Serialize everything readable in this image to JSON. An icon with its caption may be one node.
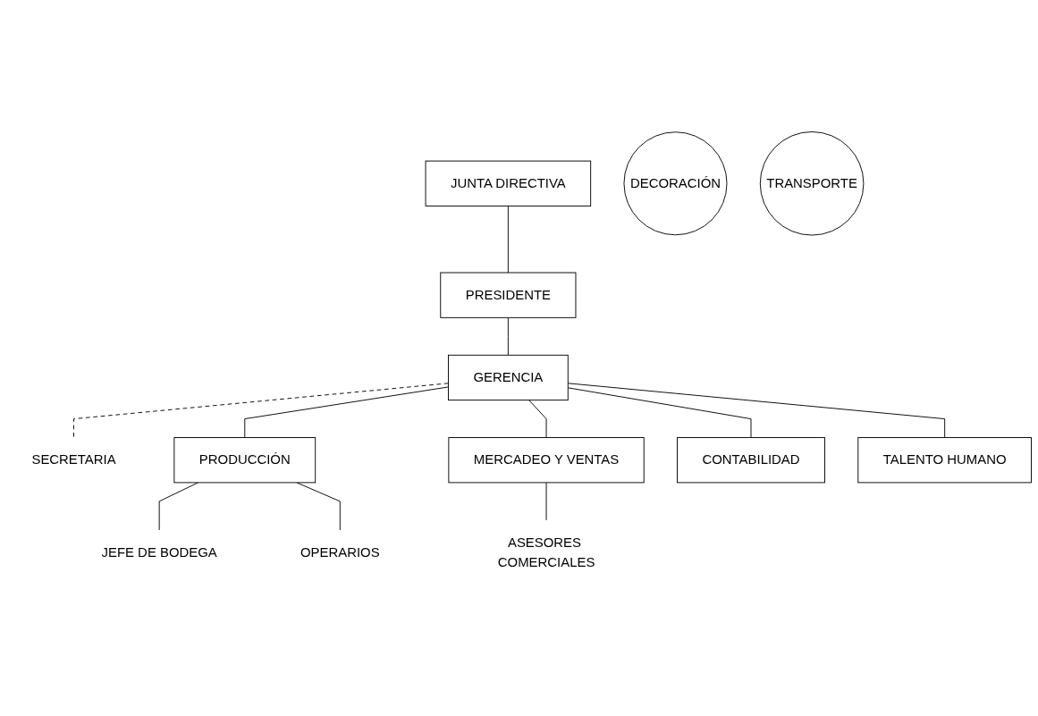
{
  "diagram": {
    "nodes": [
      {
        "text": [
          "JUNTA DIRECTIVA"
        ]
      },
      {
        "text": [
          "PRESIDENTE"
        ]
      },
      {
        "text": [
          "GERENCIA"
        ]
      },
      {
        "text": [
          "SECRETARIA"
        ]
      },
      {
        "text": [
          "PRODUCCIÓN"
        ]
      },
      {
        "text": [
          "MERCADEO Y VENTAS"
        ]
      },
      {
        "text": [
          "CONTABILIDAD"
        ]
      },
      {
        "text": [
          "TALENTO HUMANO"
        ]
      },
      {
        "text": [
          "JEFE DE BODEGA"
        ]
      },
      {
        "text": [
          "ASESORES COMERCIALES"
        ]
      },
      {
        "text": [
          "OPERARIOS"
        ]
      },
      {
        "text": [
          "DECORACIÓN"
        ]
      },
      {
        "text": [
          "TRANSPORTE"
        ]
      }
    ],
    "edges": [
      {
        "from": 0,
        "to": 1,
        "arrow": "none"
      },
      {
        "from": 1,
        "to": 2,
        "arrow": "none"
      },
      {
        "from": 2,
        "to": 3,
        "arrow": "none",
        "style": "dashed"
      },
      {
        "from": 2,
        "to": 4,
        "arrow": "none"
      },
      {
        "from": 2,
        "to": 5,
        "arrow": "none"
      },
      {
        "from": 2,
        "to": 6,
        "arrow": "none"
      },
      {
        "from": 2,
        "to": 7,
        "arrow": "none"
      },
      {
        "from": 4,
        "to": 8,
        "arrow": "none"
      },
      {
        "from": 4,
        "to": 10,
        "arrow": "none"
      },
      {
        "from": 5,
        "to": 9,
        "arrow": "none"
      }
    ]
  }
}
